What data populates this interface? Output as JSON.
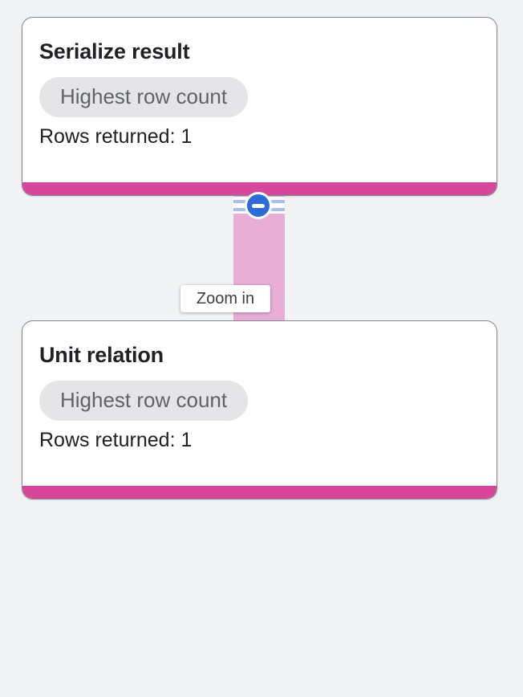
{
  "graph": {
    "nodes": [
      {
        "title": "Serialize result",
        "badge": "Highest row count",
        "rows": "Rows returned: 1"
      },
      {
        "title": "Unit relation",
        "badge": "Highest row count",
        "rows": "Rows returned: 1"
      }
    ],
    "edge": {
      "tooltip": "Zoom in",
      "collapse_icon": "minus-icon"
    }
  },
  "colors": {
    "background": "#f1f3f4",
    "card_border": "#82878c",
    "stage_accent_pink": "#d6479b",
    "edge_band_pink": "#e9aed6",
    "collapse_button_blue": "#2e6bd6",
    "stripe_blue": "#a8c0f0",
    "badge_background": "#e5e5e8",
    "badge_text": "#5f6368",
    "title_text": "#202124",
    "tooltip_text": "#3c4043"
  }
}
